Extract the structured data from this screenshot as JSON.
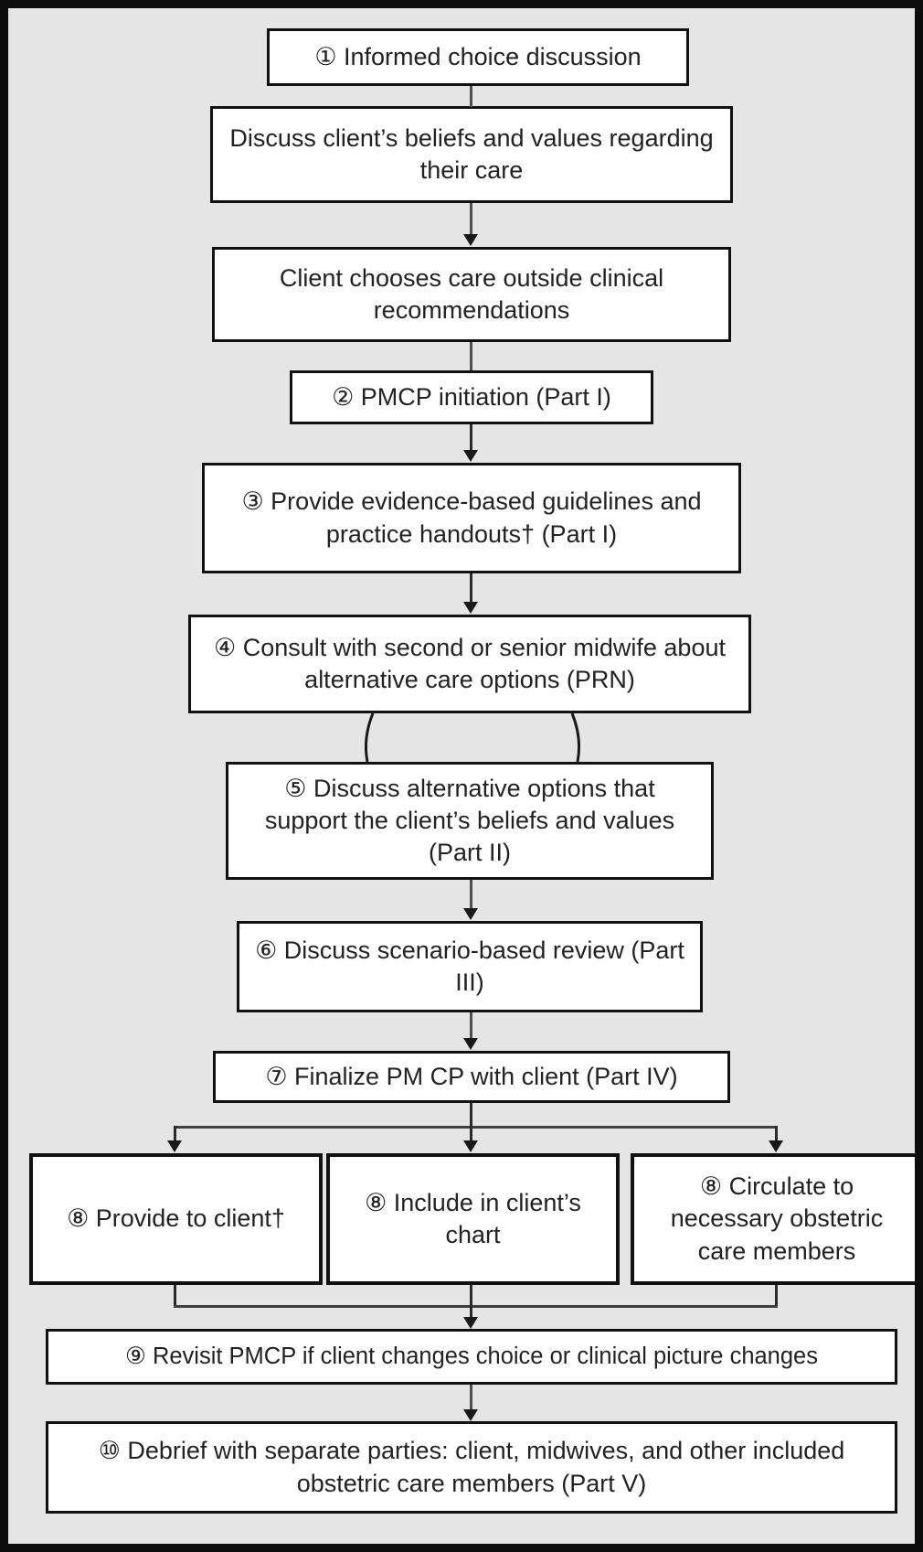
{
  "figure": {
    "type": "flowchart",
    "title": "Informed choice / PMCP process flowchart",
    "colors": {
      "background": "#e5e5e5",
      "frame_border": "#0d0d0d",
      "box_background": "#ffffff",
      "box_border": "#111111",
      "connector_line": "#4f4f4f",
      "arrowhead": "#1a1a1a",
      "text": "#222222"
    },
    "nodes": [
      {
        "id": "informed-choice",
        "label": "① Informed choice discussion"
      },
      {
        "id": "discuss-beliefs",
        "label": "Discuss client’s beliefs and values regarding their care"
      },
      {
        "id": "care-outside",
        "label": "Client chooses care outside clinical recommendations"
      },
      {
        "id": "pmcp-initiation",
        "label": "② PMCP initiation (Part I)"
      },
      {
        "id": "provide-guidelines",
        "label": "③ Provide evidence-based guidelines and practice handouts† (Part I)"
      },
      {
        "id": "consult-midwife",
        "label": "④ Consult with second or senior midwife about alternative care options (PRN)"
      },
      {
        "id": "discuss-options",
        "label": "⑤ Discuss alternative options that support the client’s beliefs and values (Part II)"
      },
      {
        "id": "scenario-review",
        "label": "⑥ Discuss scenario-based review (Part III)"
      },
      {
        "id": "finalize-pmcp",
        "label": "⑦ Finalize PM CP with client (Part IV)"
      },
      {
        "id": "provide-to-client",
        "label": "⑧ Provide to client†"
      },
      {
        "id": "include-in-chart",
        "label": "⑧ Include in client’s chart"
      },
      {
        "id": "circulate-members",
        "label": "⑧ Circulate to necessary obstetric care members"
      },
      {
        "id": "revisit-pmcp",
        "label": "⑨ Revisit PMCP if client changes choice or clinical picture changes"
      },
      {
        "id": "debrief-parties",
        "label": "⑩ Debrief with separate parties: client, midwives, and other included obstetric care members (Part V)"
      }
    ],
    "edges": [
      {
        "from": "informed-choice",
        "to": "discuss-beliefs",
        "style": "plain-line"
      },
      {
        "from": "discuss-beliefs",
        "to": "care-outside",
        "style": "arrow"
      },
      {
        "from": "care-outside",
        "to": "pmcp-initiation",
        "style": "plain-line"
      },
      {
        "from": "pmcp-initiation",
        "to": "provide-guidelines",
        "style": "arrow"
      },
      {
        "from": "provide-guidelines",
        "to": "consult-midwife",
        "style": "arrow"
      },
      {
        "from": "consult-midwife",
        "to": "discuss-options",
        "style": "double-curved-lines"
      },
      {
        "from": "discuss-options",
        "to": "scenario-review",
        "style": "arrow"
      },
      {
        "from": "scenario-review",
        "to": "finalize-pmcp",
        "style": "arrow"
      },
      {
        "from": "finalize-pmcp",
        "to": "provide-to-client",
        "style": "branch-arrow"
      },
      {
        "from": "finalize-pmcp",
        "to": "include-in-chart",
        "style": "branch-arrow"
      },
      {
        "from": "finalize-pmcp",
        "to": "circulate-members",
        "style": "branch-arrow"
      },
      {
        "from": "provide-to-client",
        "to": "revisit-pmcp",
        "style": "merge-arrow"
      },
      {
        "from": "include-in-chart",
        "to": "revisit-pmcp",
        "style": "merge-arrow"
      },
      {
        "from": "circulate-members",
        "to": "revisit-pmcp",
        "style": "merge-arrow"
      },
      {
        "from": "revisit-pmcp",
        "to": "debrief-parties",
        "style": "arrow"
      }
    ]
  }
}
